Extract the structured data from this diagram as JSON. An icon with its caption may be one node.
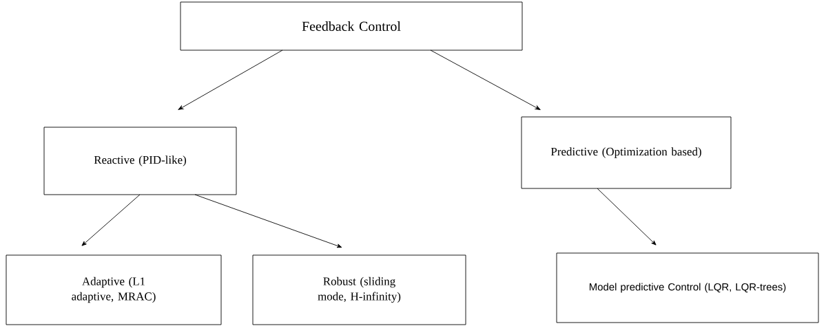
{
  "diagram": {
    "nodes": [
      {
        "text": [
          "Feedback Control"
        ]
      },
      {
        "text": [
          "Reactive (PID-like)"
        ]
      },
      {
        "text": [
          "Predictive (Optimization based)"
        ]
      },
      {
        "text": [
          "Adaptive (L1 adaptive, MRAC)"
        ]
      },
      {
        "text": [
          "Robust (sliding mode, H-infinity)"
        ]
      },
      {
        "text": [
          "Model predictive Control (LQR, LQR-trees)"
        ]
      }
    ],
    "edges": [
      {
        "from": 0,
        "to": 1,
        "arrow": "to"
      },
      {
        "from": 0,
        "to": 2,
        "arrow": "to"
      },
      {
        "from": 1,
        "to": 3,
        "arrow": "to"
      },
      {
        "from": 1,
        "to": 4,
        "arrow": "to"
      },
      {
        "from": 2,
        "to": 5,
        "arrow": "to"
      }
    ]
  }
}
